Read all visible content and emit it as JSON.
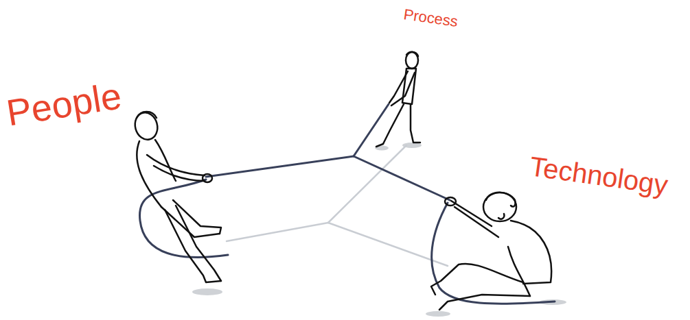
{
  "diagram": {
    "labels": [
      "Process",
      "People",
      "Technology"
    ]
  }
}
